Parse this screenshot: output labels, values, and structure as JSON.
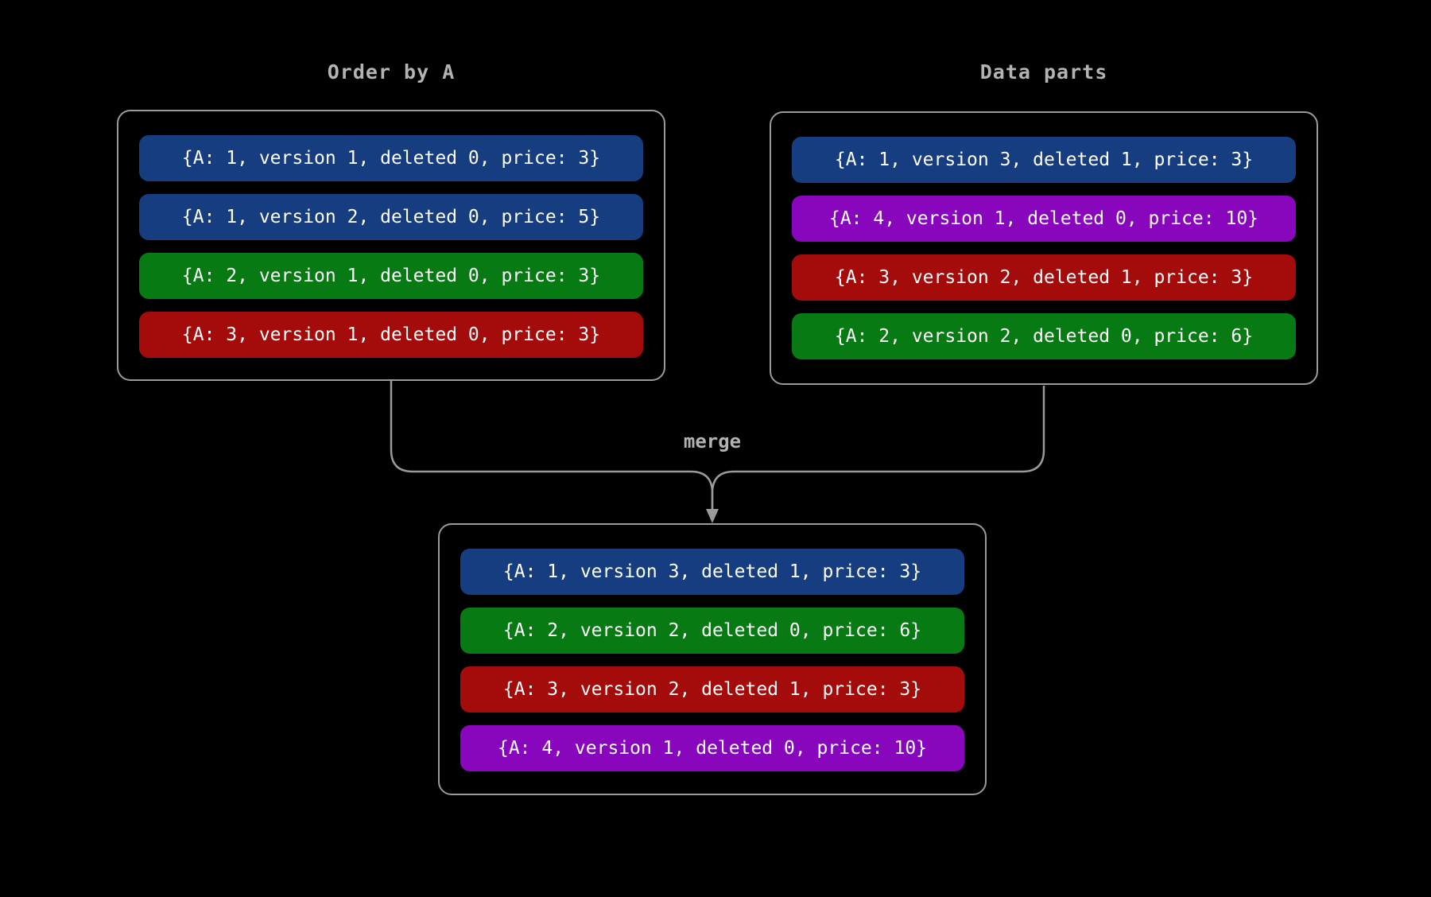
{
  "diagram": {
    "merge_label": "merge",
    "colors": {
      "background": "#000000",
      "line": "#9a9a9a",
      "title_text": "#b3b3b3",
      "row_text": "#ffffff",
      "blue": "#163d7f",
      "green": "#077a14",
      "red": "#a40b0b",
      "purple": "#8807bd"
    },
    "groups": [
      {
        "name": "order-by-a",
        "title": "Order by A",
        "rows": [
          {
            "text": "{A: 1, version 1, deleted 0, price: 3}",
            "color": "#163d7f"
          },
          {
            "text": "{A: 1, version 2, deleted 0, price: 5}",
            "color": "#163d7f"
          },
          {
            "text": "{A: 2, version 1, deleted 0, price: 3}",
            "color": "#077a14"
          },
          {
            "text": "{A: 3, version 1, deleted 0, price: 3}",
            "color": "#a40b0b"
          }
        ]
      },
      {
        "name": "data-parts",
        "title": "Data parts",
        "rows": [
          {
            "text": "{A: 1, version 3, deleted 1, price: 3}",
            "color": "#163d7f"
          },
          {
            "text": "{A: 4, version 1, deleted 0, price: 10}",
            "color": "#8807bd"
          },
          {
            "text": "{A: 3, version 2, deleted 1, price: 3}",
            "color": "#a40b0b"
          },
          {
            "text": "{A: 2, version 2, deleted 0, price: 6}",
            "color": "#077a14"
          }
        ]
      },
      {
        "name": "merged-result",
        "title": "",
        "rows": [
          {
            "text": "{A: 1, version 3, deleted 1, price: 3}",
            "color": "#163d7f"
          },
          {
            "text": "{A: 2, version 2, deleted 0, price: 6}",
            "color": "#077a14"
          },
          {
            "text": "{A: 3, version 2, deleted 1, price: 3}",
            "color": "#a40b0b"
          },
          {
            "text": "{A: 4, version 1, deleted 0, price: 10}",
            "color": "#8807bd"
          }
        ]
      }
    ]
  }
}
